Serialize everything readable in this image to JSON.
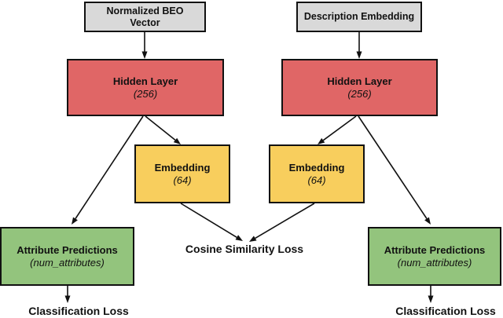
{
  "diagram": {
    "colors": {
      "node_gray": "#D9D9D9",
      "node_red": "#E06666",
      "node_yellow": "#F8CE5D",
      "node_green": "#93C47D",
      "line": "#111111"
    },
    "nodes": {
      "bev_input": {
        "label": "Normalized BEO Vector"
      },
      "desc_input": {
        "label": "Description Embedding"
      },
      "hidden_left": {
        "label": "Hidden Layer",
        "size": "(256)"
      },
      "hidden_right": {
        "label": "Hidden Layer",
        "size": "(256)"
      },
      "embed_left": {
        "label": "Embedding",
        "size": "(64)"
      },
      "embed_right": {
        "label": "Embedding",
        "size": "(64)"
      },
      "attr_left": {
        "label": "Attribute Predictions",
        "size": "(num_attributes)"
      },
      "attr_right": {
        "label": "Attribute Predictions",
        "size": "(num_attributes)"
      }
    },
    "losses": {
      "cosine": "Cosine Similarity Loss",
      "classification_left": "Classification Loss",
      "classification_right": "Classification Loss"
    },
    "edges": [
      {
        "from": "bev_input",
        "to": "hidden_left"
      },
      {
        "from": "desc_input",
        "to": "hidden_right"
      },
      {
        "from": "hidden_left",
        "to": "embed_left"
      },
      {
        "from": "hidden_left",
        "to": "attr_left"
      },
      {
        "from": "hidden_right",
        "to": "embed_right"
      },
      {
        "from": "hidden_right",
        "to": "attr_right"
      },
      {
        "from": "embed_left",
        "to": "cosine_loss"
      },
      {
        "from": "embed_right",
        "to": "cosine_loss"
      },
      {
        "from": "attr_left",
        "to": "classification_loss_left"
      },
      {
        "from": "attr_right",
        "to": "classification_loss_right"
      }
    ]
  }
}
